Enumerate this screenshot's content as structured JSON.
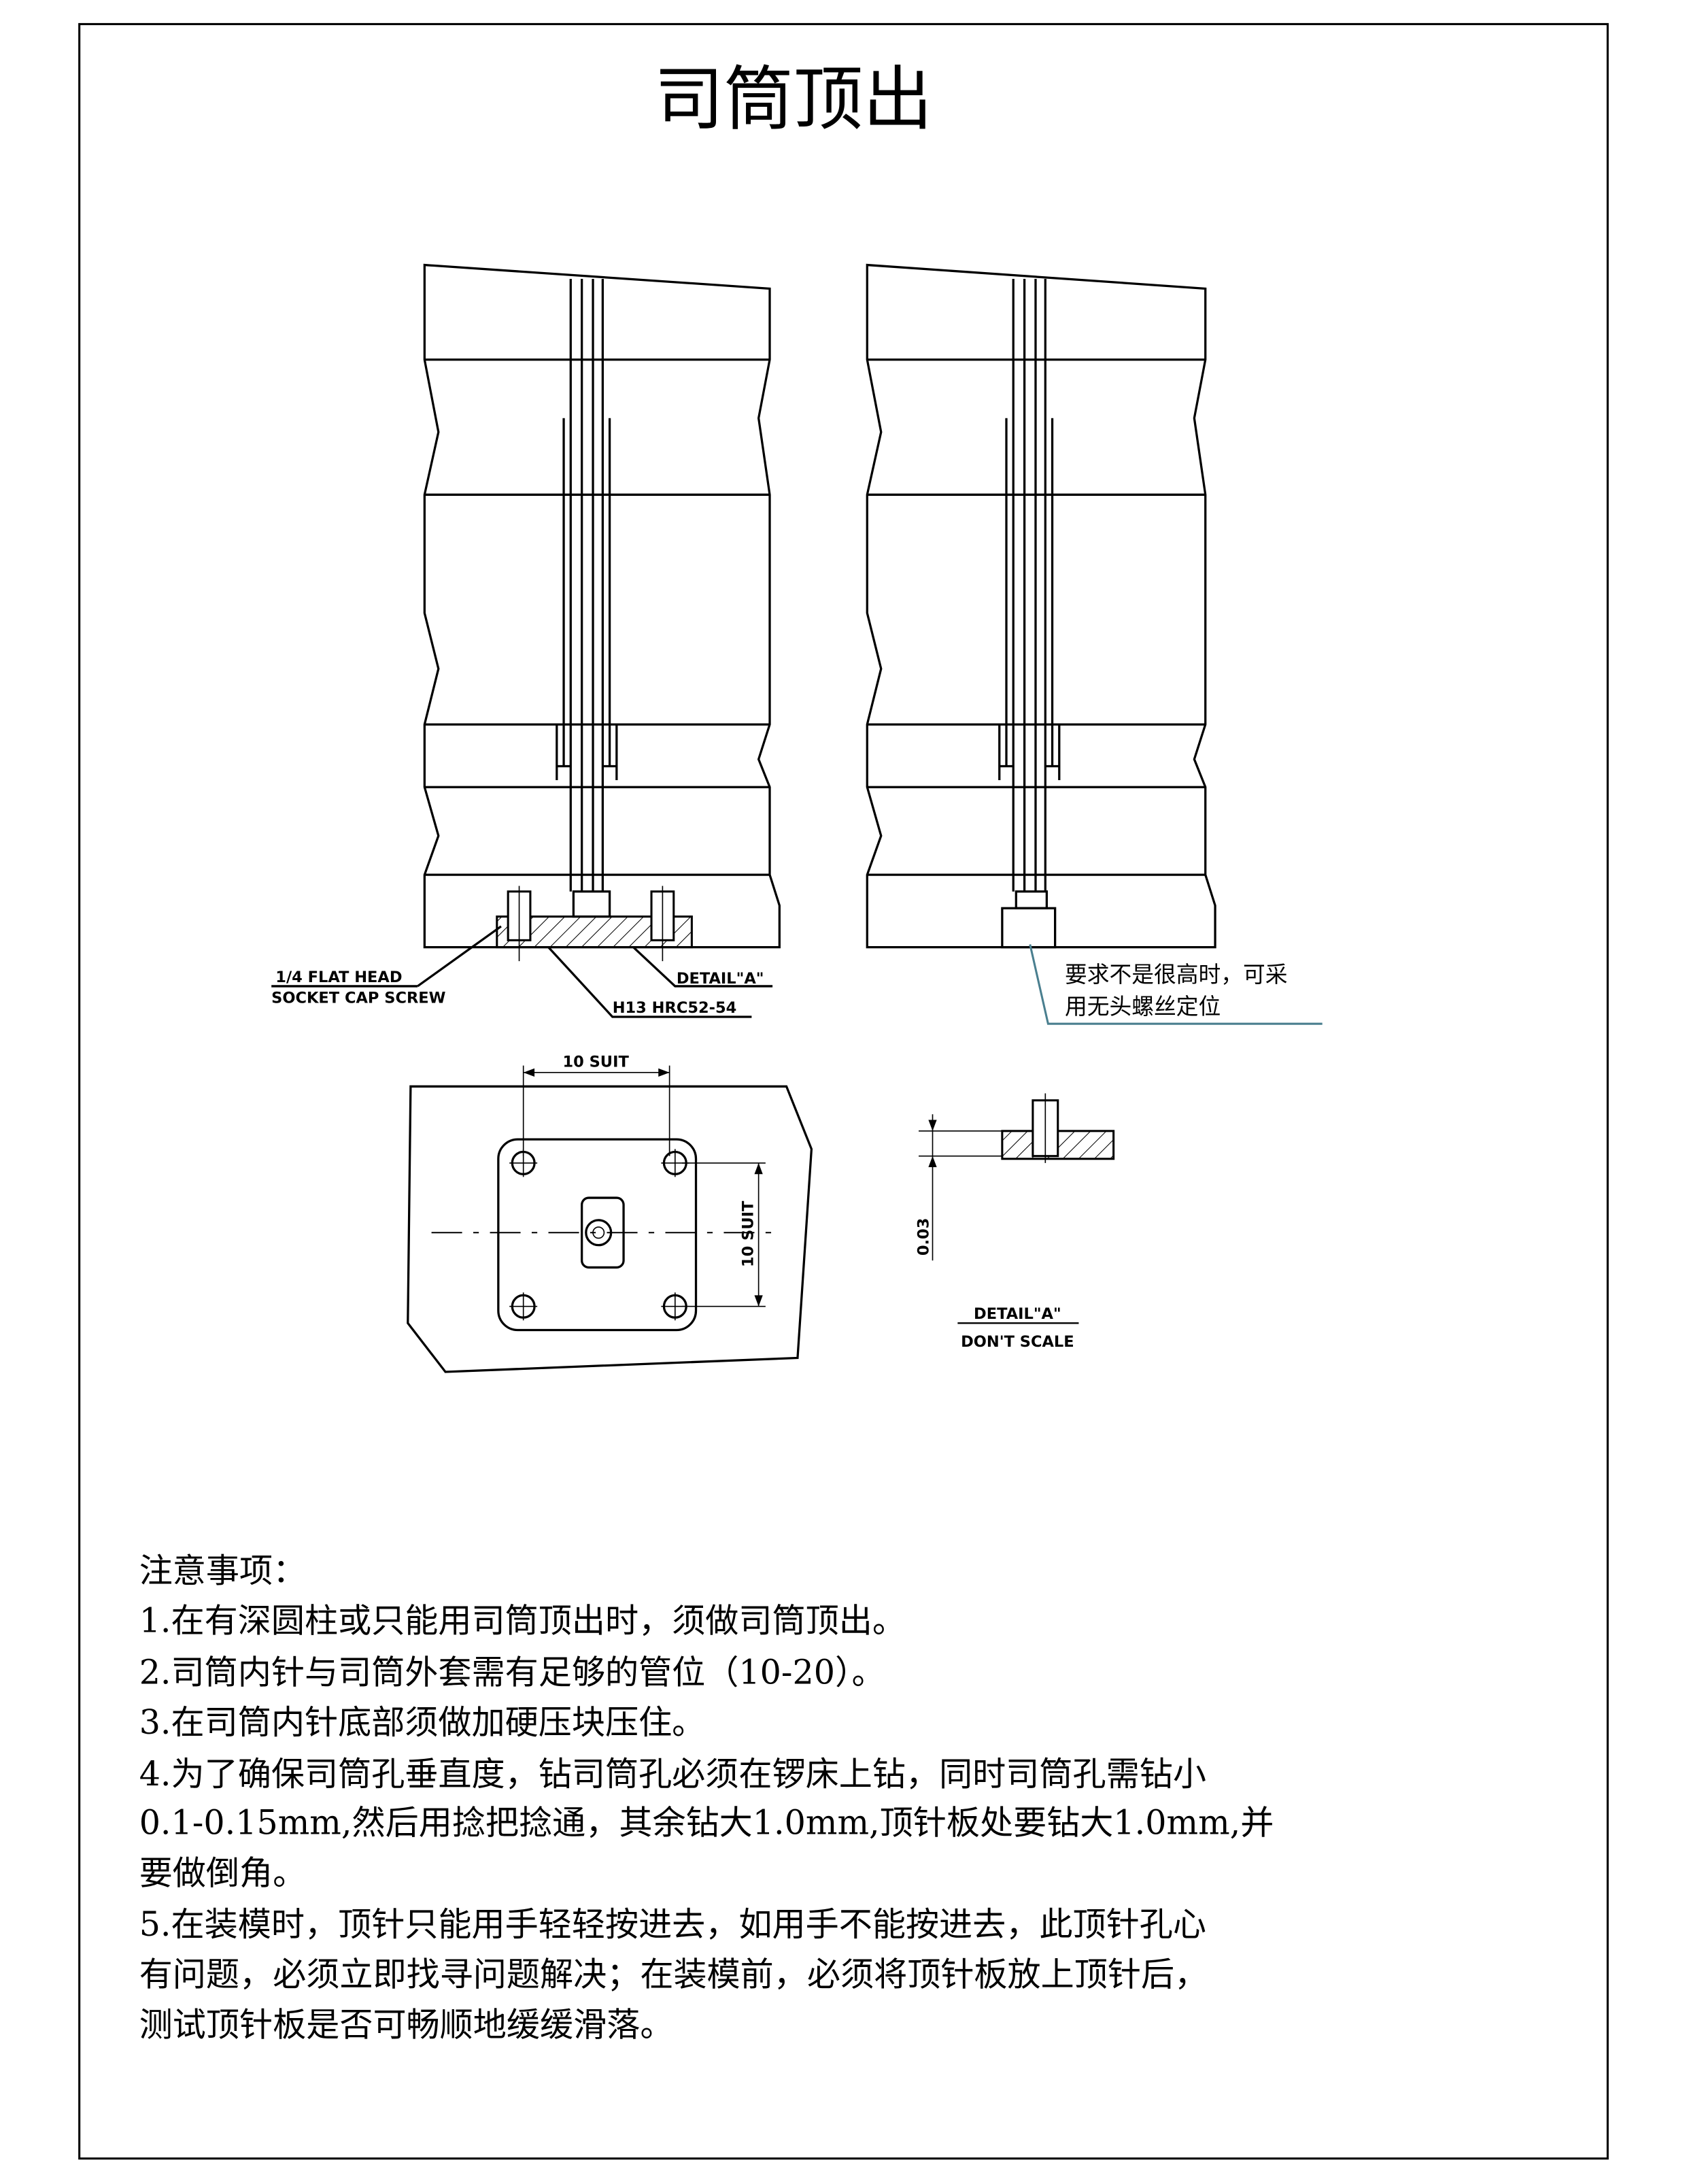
{
  "title": "司筒顶出",
  "labels": {
    "screw_line1": "1/4 FLAT HEAD",
    "screw_line2": "SOCKET CAP SCREW",
    "detail_ref": "DETAIL\"A\"",
    "material": "H13 HRC52-54",
    "alt_note_line1": "要求不是很高时，可采",
    "alt_note_line2": "用无头螺丝定位",
    "dim_horizontal": "10 SUIT",
    "dim_vertical": "10 SUIT",
    "dim_detail": "0.03",
    "detail_title": "DETAIL\"A\"",
    "detail_scale": "DON'T SCALE"
  },
  "notes": {
    "heading": "注意事项：",
    "lines": [
      "1.在有深圆柱或只能用司筒顶出时，须做司筒顶出。",
      "2.司筒内针与司筒外套需有足够的管位（10-20）。",
      "3.在司筒内针底部须做加硬压块压住。",
      "4.为了确保司筒孔垂直度，钻司筒孔必须在锣床上钻，同时司筒孔需钻小",
      "0.1-0.15mm,然后用捻把捻通，其余钻大1.0mm,顶针板处要钻大1.0mm,并",
      "要做倒角。",
      "5.在装模时，顶针只能用手轻轻按进去，如用手不能按进去，此顶针孔心",
      "有问题，必须立即找寻问题解决；在装模前，必须将顶针板放上顶针后，",
      "测试顶针板是否可畅顺地缓缓滑落。"
    ]
  },
  "colors": {
    "leader_note": "#4a7f8f"
  }
}
